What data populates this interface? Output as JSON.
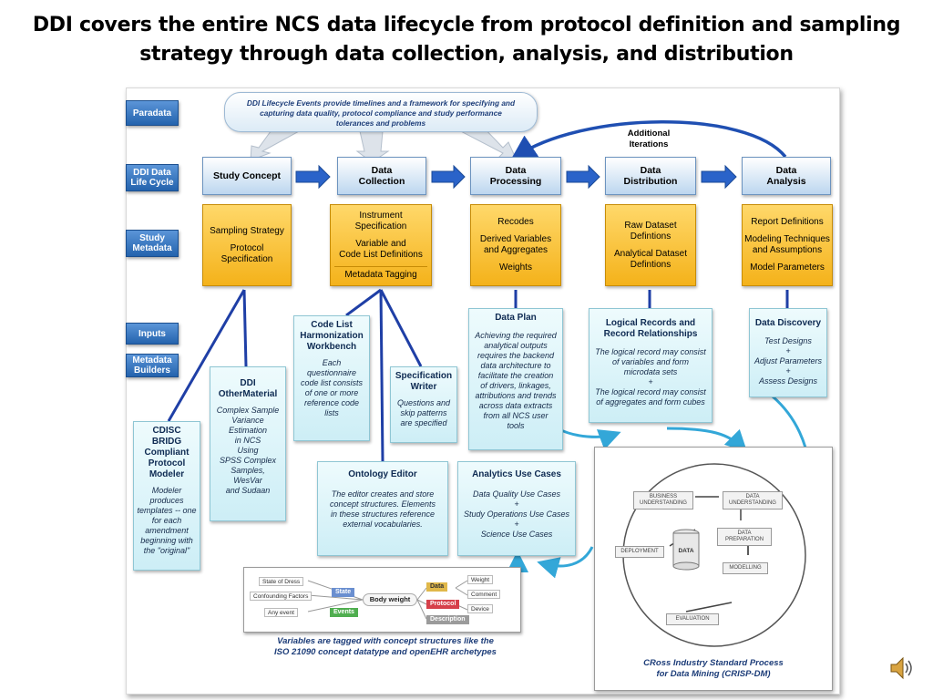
{
  "title": {
    "line1": "DDI covers the entire NCS data lifecycle from protocol definition and sampling",
    "line2": "strategy through data collection, analysis, and distribution"
  },
  "row_labels": {
    "paradata": "Paradata",
    "ddi_lifecycle": [
      "DDI Data",
      "Life Cycle"
    ],
    "study_metadata": [
      "Study",
      "Metadata"
    ],
    "inputs": "Inputs",
    "metadata_builders": [
      "Metadata",
      "Builders"
    ]
  },
  "paradata_note": [
    "DDI Lifecycle Events provide timelines and a framework for specifying and",
    "capturing data quality, protocol compliance and study performance",
    "tolerances and problems"
  ],
  "additional_iterations": [
    "Additional",
    "Iterations"
  ],
  "stages": [
    {
      "label": [
        "Study Concept"
      ]
    },
    {
      "label": [
        "Data",
        "Collection"
      ]
    },
    {
      "label": [
        "Data",
        "Processing"
      ]
    },
    {
      "label": [
        "Data",
        "Distribution"
      ]
    },
    {
      "label": [
        "Data",
        "Analysis"
      ]
    }
  ],
  "study_metadata": {
    "concept": [
      "Sampling Strategy",
      "",
      "Protocol",
      "Specification"
    ],
    "collection": [
      "Instrument",
      "Specification",
      "",
      "Variable and",
      "Code List Definitions"
    ],
    "collection_tag": "Metadata Tagging",
    "processing": [
      "Recodes",
      "",
      "Derived Variables",
      "and Aggregates",
      "",
      "Weights"
    ],
    "distribution": [
      "Raw Dataset",
      "Defintions",
      "",
      "Analytical Dataset",
      "Defintions"
    ],
    "analysis": [
      "Report Definitions",
      "",
      "Modeling Techniques",
      "and Assumptions",
      "",
      "Model Parameters"
    ]
  },
  "panels": {
    "code_list": {
      "head": [
        "Code List",
        "Harmonization",
        "Workbench"
      ],
      "body": [
        "Each",
        "questionnaire",
        "code list consists",
        "of one or more",
        "reference code",
        "lists"
      ]
    },
    "spec_writer": {
      "head": [
        "Specification",
        "Writer"
      ],
      "body": [
        "Questions and",
        "skip patterns",
        "are specified"
      ]
    },
    "ddi_other": {
      "head": [
        "DDI",
        "OtherMaterial"
      ],
      "body": [
        "Complex Sample",
        "Variance",
        "Estimation",
        "in NCS",
        "Using",
        "SPSS Complex",
        "Samples,",
        "WesVar",
        "and Sudaan"
      ]
    },
    "cdisc": {
      "head": [
        "CDISC BRIDG",
        "Compliant",
        "Protocol",
        "Modeler"
      ],
      "body": [
        "Modeler",
        "produces",
        "templates -- one",
        "for each",
        "amendment",
        "beginning with",
        "the \"original\""
      ]
    },
    "data_plan": {
      "head": [
        "Data Plan"
      ],
      "body": [
        "Achieving the required",
        "analytical outputs",
        "requires the backend",
        "data architecture to",
        "facilitate the creation",
        "of drivers, linkages,",
        "attributions and trends",
        "across data extracts",
        "from all NCS user",
        "tools"
      ]
    },
    "logical_records": {
      "head": [
        "Logical Records and",
        "Record Relationships"
      ],
      "body": [
        "The logical record may consist",
        "of  variables and form",
        "microdata sets",
        "+",
        "The logical record may consist",
        "of aggregates and form cubes"
      ]
    },
    "data_discovery": {
      "head": [
        "Data Discovery"
      ],
      "body": [
        "Test Designs",
        "+",
        "Adjust Parameters",
        "+",
        "Assess Designs"
      ]
    },
    "ontology": {
      "head": [
        "Ontology Editor"
      ],
      "body": [
        "The editor creates and store",
        "concept structures. Elements",
        "in these structures reference",
        "external vocabularies."
      ]
    },
    "analytics": {
      "head": [
        "Analytics Use Cases"
      ],
      "body": [
        "Data Quality Use Cases",
        "+",
        "Study Operations Use Cases",
        "+",
        "Science Use Cases"
      ]
    }
  },
  "ontology_graph": {
    "center": "Body weight",
    "left_items": [
      "State of Dress",
      "Confounding Factors",
      "Any event"
    ],
    "left_tags": [
      "State",
      "Events"
    ],
    "right_tags": [
      "Data",
      "Protocol",
      "Description"
    ],
    "right_items": [
      "Weight",
      "Comment",
      "Device"
    ],
    "caption": [
      "Variables are tagged with concept structures like the",
      "ISO 21090 concept datatype and openEHR archetypes"
    ]
  },
  "crisp": {
    "steps": [
      "BUSINESS UNDERSTANDING",
      "DATA UNDERSTANDING",
      "DATA PREPARATION",
      "MODELLING",
      "EVALUATION",
      "DEPLOYMENT"
    ],
    "center": "DATA",
    "caption": [
      "CRoss Industry Standard Process",
      "for Data Mining (CRISP-DM)"
    ]
  },
  "colors": {
    "row_label": "#2e6fbf",
    "stage": "#bcd6ef",
    "study_metadata": "#f6b82a",
    "panel": "#d4f0f7",
    "connector": "#1f4fb2",
    "cycle_arrow": "#33a7d8"
  },
  "icons": {
    "speaker": "speaker-icon"
  }
}
